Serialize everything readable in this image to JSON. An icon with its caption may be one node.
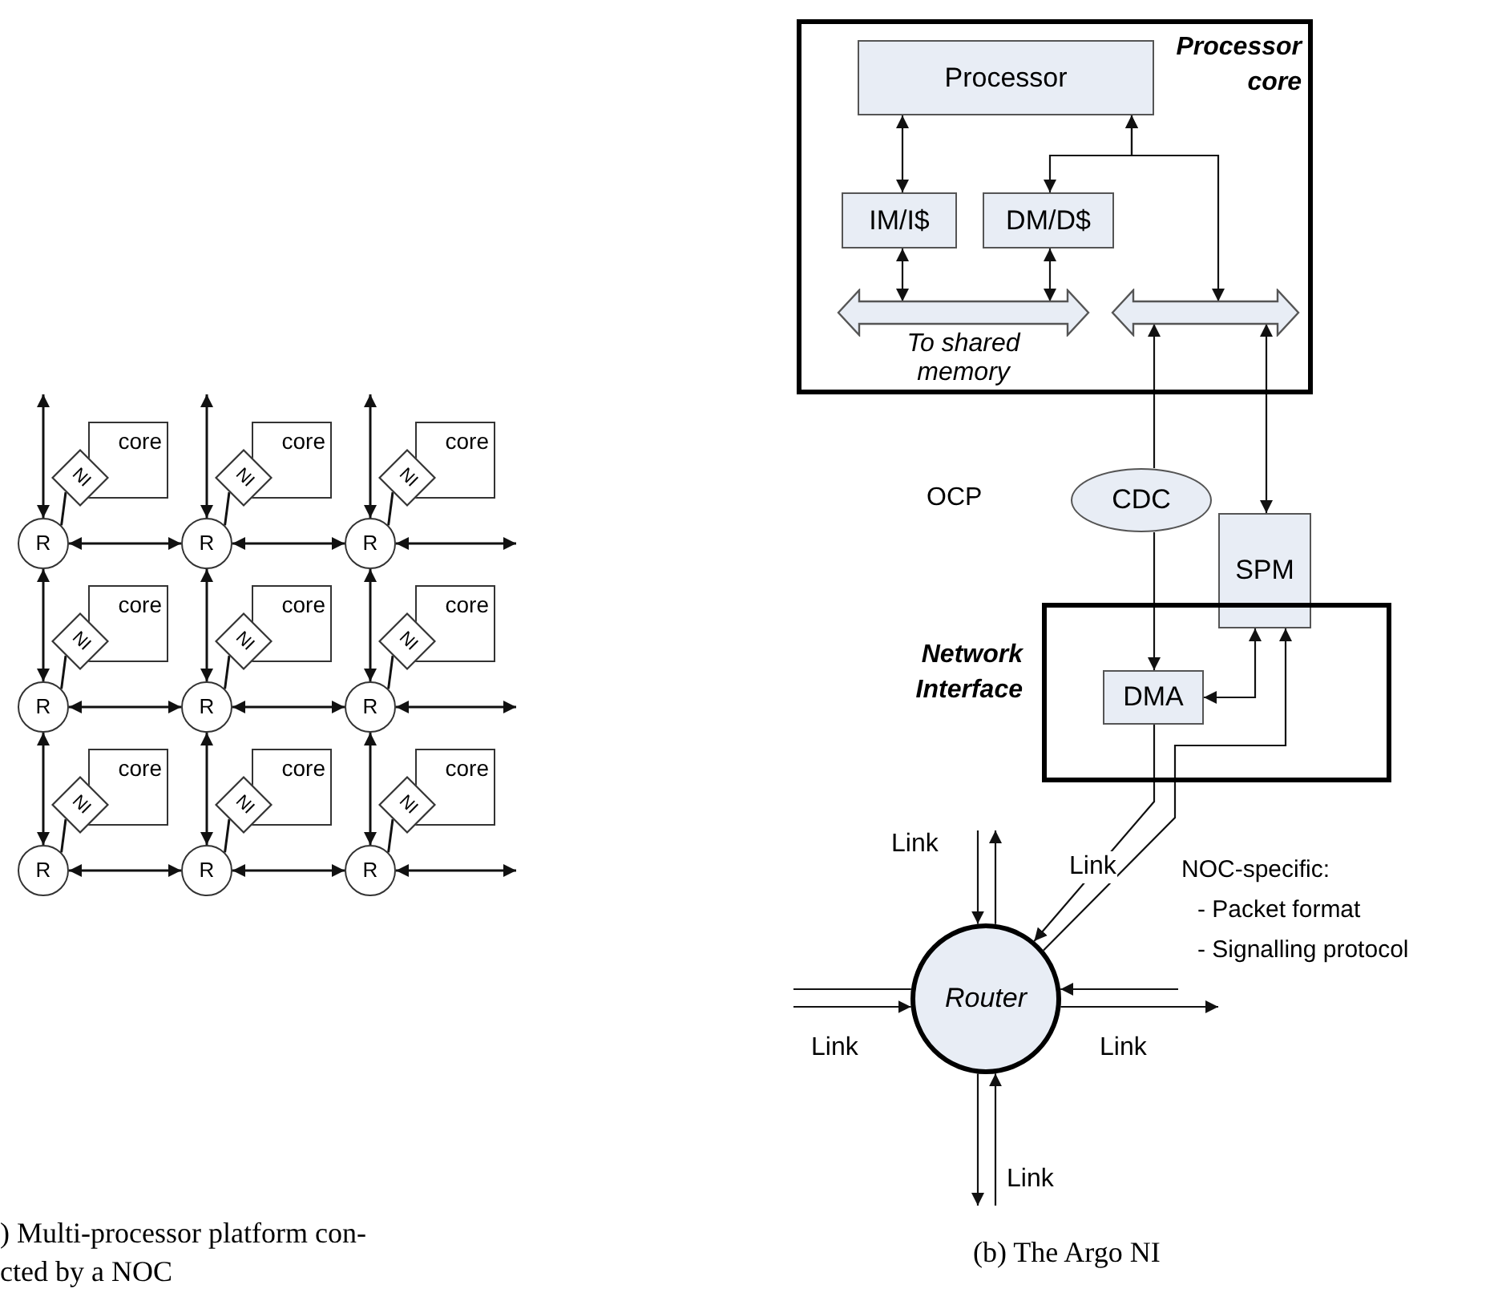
{
  "diagram": {
    "nodes": [
      {
        "text": [
          "core"
        ]
      },
      {
        "text": [
          "NI"
        ]
      },
      {
        "text": [
          "core"
        ]
      },
      {
        "text": [
          "NI"
        ]
      },
      {
        "text": [
          "core"
        ]
      },
      {
        "text": [
          "NI"
        ]
      },
      {
        "text": [
          "R"
        ]
      },
      {
        "text": [
          "R"
        ]
      },
      {
        "text": [
          "R"
        ]
      },
      {
        "text": [
          "core"
        ]
      },
      {
        "text": [
          "NI"
        ]
      },
      {
        "text": [
          "core"
        ]
      },
      {
        "text": [
          "NI"
        ]
      },
      {
        "text": [
          "core"
        ]
      },
      {
        "text": [
          "NI"
        ]
      },
      {
        "text": [
          "R"
        ]
      },
      {
        "text": [
          "R"
        ]
      },
      {
        "text": [
          "R"
        ]
      },
      {
        "text": [
          "core"
        ]
      },
      {
        "text": [
          "NI"
        ]
      },
      {
        "text": [
          "core"
        ]
      },
      {
        "text": [
          "NI"
        ]
      },
      {
        "text": [
          "core"
        ]
      },
      {
        "text": [
          "NI"
        ]
      },
      {
        "text": [
          "R"
        ]
      },
      {
        "text": [
          "R"
        ]
      },
      {
        "text": [
          "R"
        ]
      },
      {
        "text": [
          "Processor core"
        ]
      },
      {
        "text": [
          "Processor"
        ],
        "in": 27
      },
      {
        "text": [
          "IM/I$"
        ],
        "in": 27
      },
      {
        "text": [
          "DM/D$"
        ],
        "in": 27
      },
      {
        "text": [],
        "shape": "bar",
        "in": 27,
        "beside": [
          "To shared memory"
        ]
      },
      {
        "text": [],
        "shape": "bar",
        "in": 27
      },
      {
        "text": [
          "CDC"
        ]
      },
      {
        "text": [
          "SPM"
        ]
      },
      {
        "text": [
          "Network Interface"
        ]
      },
      {
        "text": [
          "DMA"
        ],
        "in": 35
      },
      {
        "text": [
          "Router"
        ]
      }
    ],
    "edges": [
      {
        "from": 1,
        "to": 6,
        "arrow": "none"
      },
      {
        "from": 3,
        "to": 7,
        "arrow": "none"
      },
      {
        "from": 5,
        "to": 8,
        "arrow": "none"
      },
      {
        "from": 6,
        "to": 7,
        "arrow": "both"
      },
      {
        "from": 7,
        "to": 8,
        "arrow": "both"
      },
      {
        "from": 8,
        "to": null,
        "arrow": "both"
      },
      {
        "from": null,
        "to": 6,
        "arrow": "both"
      },
      {
        "from": null,
        "to": 7,
        "arrow": "both"
      },
      {
        "from": null,
        "to": 8,
        "arrow": "both"
      },
      {
        "from": 10,
        "to": 15,
        "arrow": "none"
      },
      {
        "from": 12,
        "to": 16,
        "arrow": "none"
      },
      {
        "from": 14,
        "to": 17,
        "arrow": "none"
      },
      {
        "from": 15,
        "to": 16,
        "arrow": "both"
      },
      {
        "from": 16,
        "to": 17,
        "arrow": "both"
      },
      {
        "from": 17,
        "to": null,
        "arrow": "both"
      },
      {
        "from": 6,
        "to": 15,
        "arrow": "both"
      },
      {
        "from": 7,
        "to": 16,
        "arrow": "both"
      },
      {
        "from": 8,
        "to": 17,
        "arrow": "both"
      },
      {
        "from": 19,
        "to": 24,
        "arrow": "none"
      },
      {
        "from": 21,
        "to": 25,
        "arrow": "none"
      },
      {
        "from": 23,
        "to": 26,
        "arrow": "none"
      },
      {
        "from": 24,
        "to": 25,
        "arrow": "both"
      },
      {
        "from": 25,
        "to": 26,
        "arrow": "both"
      },
      {
        "from": 26,
        "to": null,
        "arrow": "both"
      },
      {
        "from": 15,
        "to": 24,
        "arrow": "both"
      },
      {
        "from": 16,
        "to": 25,
        "arrow": "both"
      },
      {
        "from": 17,
        "to": 26,
        "arrow": "both"
      },
      {
        "from": 28,
        "to": 29,
        "arrow": "both"
      },
      {
        "from": 28,
        "to": 30,
        "arrow": "both"
      },
      {
        "from": 28,
        "to": 32,
        "arrow": "both"
      },
      {
        "from": 29,
        "to": 31,
        "arrow": "both"
      },
      {
        "from": 30,
        "to": 31,
        "arrow": "both"
      },
      {
        "from": 33,
        "to": 32,
        "arrow": "to"
      },
      {
        "from": 32,
        "to": 34,
        "arrow": "both"
      },
      {
        "from": 33,
        "to": 36,
        "arrow": "to"
      },
      {
        "from": 34,
        "to": 36,
        "arrow": "both"
      },
      {
        "from": 36,
        "to": 37,
        "arrow": "to"
      },
      {
        "from": 37,
        "to": 34,
        "arrow": "to"
      },
      {
        "from": null,
        "to": 37,
        "arrow": "to"
      },
      {
        "from": 37,
        "to": null,
        "arrow": "to"
      },
      {
        "from": 37,
        "to": null,
        "arrow": "none"
      },
      {
        "from": null,
        "to": 37,
        "arrow": "to"
      },
      {
        "from": null,
        "to": 37,
        "arrow": "to"
      },
      {
        "from": 37,
        "to": null,
        "arrow": "to"
      },
      {
        "from": 37,
        "to": null,
        "arrow": "to"
      },
      {
        "from": null,
        "to": 37,
        "arrow": "to"
      }
    ],
    "labels": [
      "OCP",
      "Link",
      "Link",
      "NOC-specific:",
      "- Packet format",
      "- Signalling protocol",
      "Link",
      "Link",
      "Link",
      ") Multi-processor platform con-",
      "cted by a NOC",
      "(b) The Argo NI"
    ]
  }
}
